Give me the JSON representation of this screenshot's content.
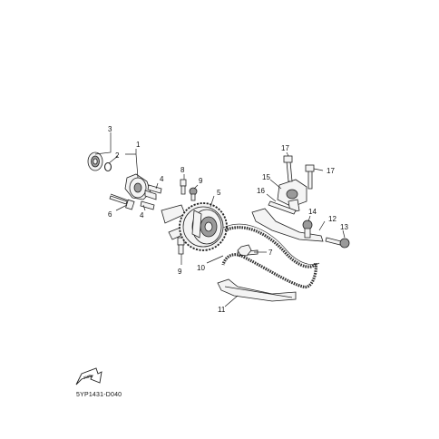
{
  "diagram": {
    "callouts": [
      "1",
      "2",
      "3",
      "4",
      "4",
      "5",
      "6",
      "7",
      "8",
      "9",
      "9",
      "10",
      "11",
      "12",
      "13",
      "14",
      "15",
      "16",
      "17",
      "17"
    ],
    "fwd_label": "FWD",
    "code": "5YP1431-D040"
  }
}
